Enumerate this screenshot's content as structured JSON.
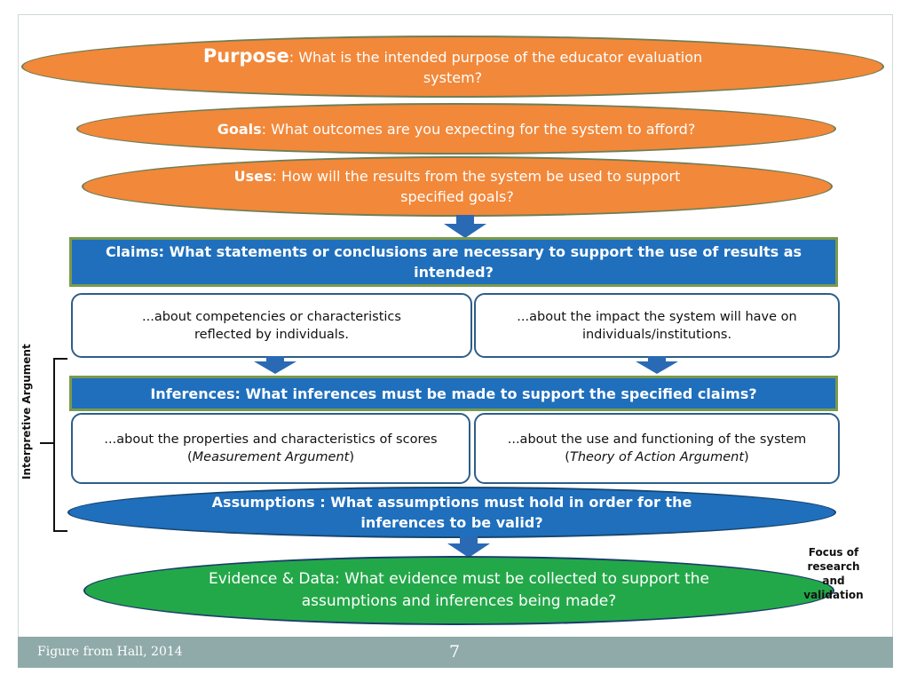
{
  "purpose": {
    "head": "Purpose",
    "rest": ": What is the intended purpose of the educator evaluation system?"
  },
  "goals": {
    "head": "Goals",
    "rest": ": What outcomes are you expecting for the system to afford?"
  },
  "uses": {
    "head": "Uses",
    "rest": ": How will the results from the system be used to support specified goals?"
  },
  "claims": {
    "text": "Claims: What statements or conclusions are necessary to support the use of results as intended?"
  },
  "claims_left": "...about competencies or characteristics reflected by individuals.",
  "claims_right": "...about the impact the system will have on individuals/institutions.",
  "inferences": {
    "text": "Inferences: What inferences must be made to support the specified claims?"
  },
  "inf_left": {
    "line": "...about the properties and characteristics of scores",
    "paren_open": "(",
    "italic": "Measurement Argument",
    "paren_close": ")"
  },
  "inf_right": {
    "line": "...about the use and functioning of the system",
    "paren_open": "(",
    "italic": "Theory of Action Argument",
    "paren_close": ")"
  },
  "assumptions": {
    "head": "Assumptions",
    "rest": " : What assumptions must hold in order for the inferences to be valid?"
  },
  "evidence": {
    "text": "Evidence & Data: What evidence must be collected to support the assumptions and inferences being made?"
  },
  "interpretive_label": "Interpretive Argument",
  "focus_label": "Focus of research and validation",
  "footer": {
    "source": "Figure from Hall, 2014",
    "page": "7"
  }
}
